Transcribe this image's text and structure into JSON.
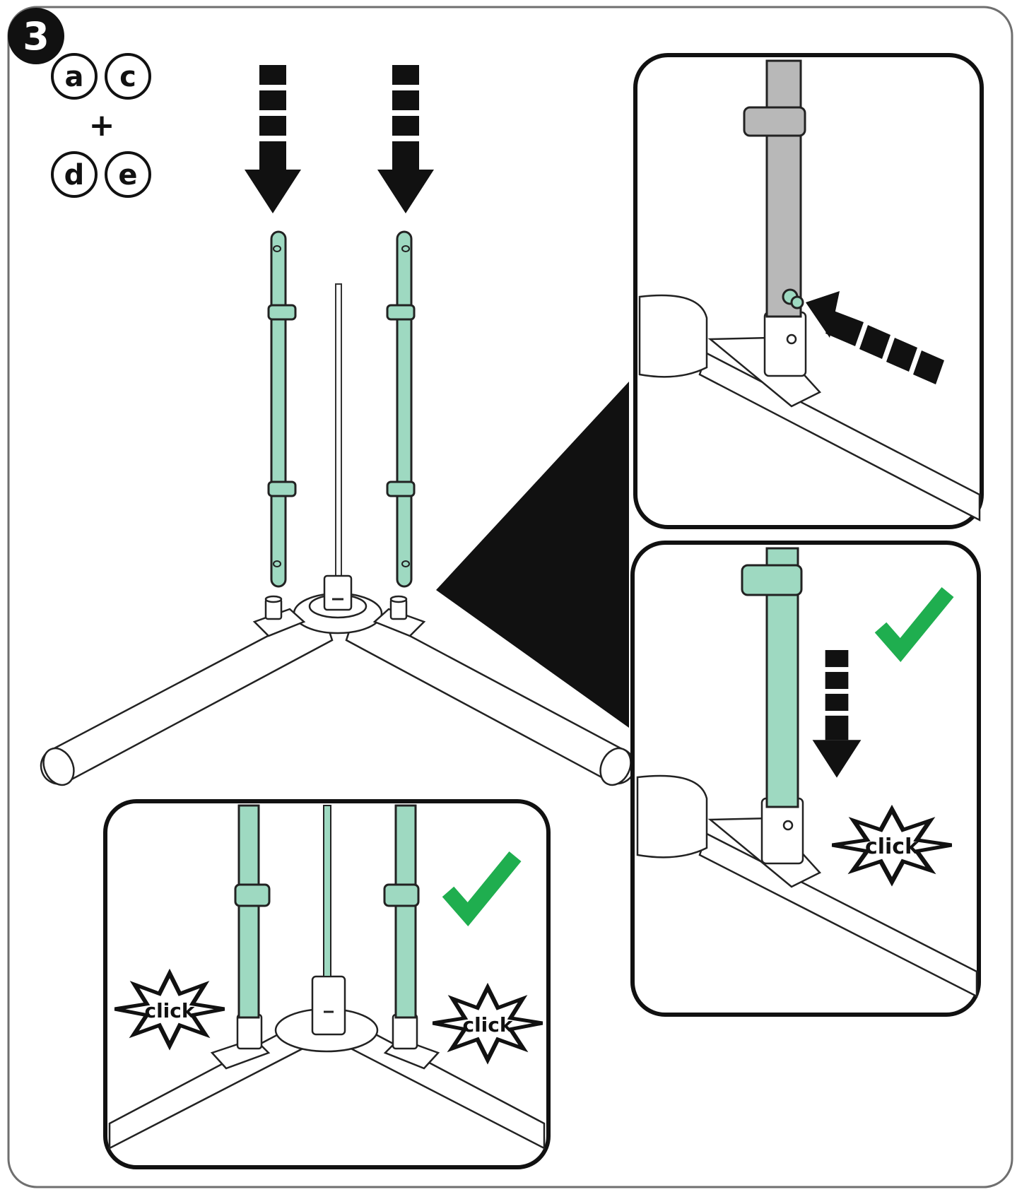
{
  "step": {
    "number": "3"
  },
  "parts": {
    "labels": [
      "a",
      "c",
      "d",
      "e"
    ],
    "joiner": "+"
  },
  "callouts": {
    "click": "click"
  },
  "icons": {
    "check": "check-mark-icon",
    "down_arrow": "down-arrow-icon",
    "side_arrow": "left-arrow-icon",
    "burst": "starburst-icon"
  },
  "colors": {
    "tube": "#9ed9c1",
    "tube_grey": "#b8b8b8",
    "check": "#1fae4f",
    "ink": "#111111"
  }
}
